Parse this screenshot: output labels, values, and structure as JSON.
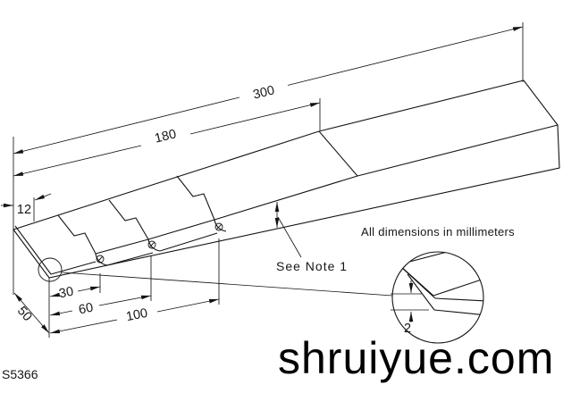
{
  "drawing": {
    "part_number": "S5366",
    "watermark": "shruiyue.com",
    "notes": {
      "units": "All dimensions in millimeters",
      "see_note": "See Note 1"
    },
    "dims": {
      "overall_length": "300",
      "stepped_length": "180",
      "first_step": "12",
      "width": "50",
      "step_30": "30",
      "step_60": "60",
      "step_100": "100",
      "tip_thickness": "2"
    }
  }
}
